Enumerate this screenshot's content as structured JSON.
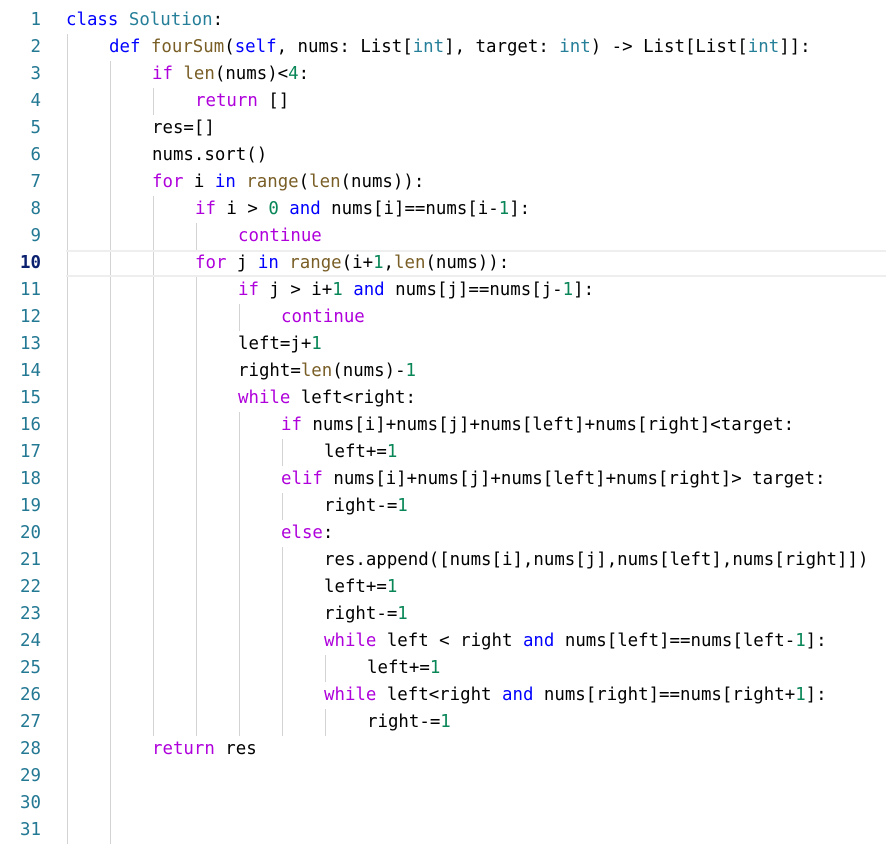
{
  "editor": {
    "language": "python",
    "active_line": 10,
    "colors": {
      "keyword": "#0000ff",
      "control": "#af00db",
      "function": "#795e26",
      "class": "#267f99",
      "number": "#098658",
      "line_number": "#237893",
      "active_line_number": "#0b216f"
    },
    "lines": [
      {
        "number": "1",
        "indent": 0,
        "tokens": [
          {
            "t": "class",
            "c": "kw"
          },
          {
            "t": " "
          },
          {
            "t": "Solution",
            "c": "cls"
          },
          {
            "t": ":"
          }
        ]
      },
      {
        "number": "2",
        "indent": 1,
        "tokens": [
          {
            "t": "def",
            "c": "kw"
          },
          {
            "t": " "
          },
          {
            "t": "fourSum",
            "c": "fn"
          },
          {
            "t": "("
          },
          {
            "t": "self",
            "c": "kw"
          },
          {
            "t": ", nums: List["
          },
          {
            "t": "int",
            "c": "bi"
          },
          {
            "t": "], target: "
          },
          {
            "t": "int",
            "c": "bi"
          },
          {
            "t": ") -> List[List["
          },
          {
            "t": "int",
            "c": "bi"
          },
          {
            "t": "]]:"
          }
        ]
      },
      {
        "number": "3",
        "indent": 2,
        "tokens": [
          {
            "t": "if",
            "c": "ctl"
          },
          {
            "t": " "
          },
          {
            "t": "len",
            "c": "fn"
          },
          {
            "t": "(nums)<"
          },
          {
            "t": "4",
            "c": "num"
          },
          {
            "t": ":"
          }
        ]
      },
      {
        "number": "4",
        "indent": 3,
        "tokens": [
          {
            "t": "return",
            "c": "ctl"
          },
          {
            "t": " []"
          }
        ]
      },
      {
        "number": "5",
        "indent": 2,
        "tokens": [
          {
            "t": "res=[]"
          }
        ]
      },
      {
        "number": "6",
        "indent": 2,
        "tokens": [
          {
            "t": "nums.sort()"
          }
        ]
      },
      {
        "number": "7",
        "indent": 2,
        "tokens": [
          {
            "t": "for",
            "c": "ctl"
          },
          {
            "t": " i "
          },
          {
            "t": "in",
            "c": "kw"
          },
          {
            "t": " "
          },
          {
            "t": "range",
            "c": "fn"
          },
          {
            "t": "("
          },
          {
            "t": "len",
            "c": "fn"
          },
          {
            "t": "(nums)):"
          }
        ]
      },
      {
        "number": "8",
        "indent": 3,
        "tokens": [
          {
            "t": "if",
            "c": "ctl"
          },
          {
            "t": " i > "
          },
          {
            "t": "0",
            "c": "num"
          },
          {
            "t": " "
          },
          {
            "t": "and",
            "c": "kw"
          },
          {
            "t": " nums[i]==nums[i-"
          },
          {
            "t": "1",
            "c": "num"
          },
          {
            "t": "]:"
          }
        ]
      },
      {
        "number": "9",
        "indent": 4,
        "tokens": [
          {
            "t": "continue",
            "c": "ctl"
          }
        ]
      },
      {
        "number": "10",
        "indent": 3,
        "tokens": [
          {
            "t": "for",
            "c": "ctl"
          },
          {
            "t": " j "
          },
          {
            "t": "in",
            "c": "kw"
          },
          {
            "t": " "
          },
          {
            "t": "range",
            "c": "fn"
          },
          {
            "t": "(i+"
          },
          {
            "t": "1",
            "c": "num"
          },
          {
            "t": ","
          },
          {
            "t": "len",
            "c": "fn"
          },
          {
            "t": "(nums)):"
          }
        ]
      },
      {
        "number": "11",
        "indent": 4,
        "tokens": [
          {
            "t": "if",
            "c": "ctl"
          },
          {
            "t": " j > i+"
          },
          {
            "t": "1",
            "c": "num"
          },
          {
            "t": " "
          },
          {
            "t": "and",
            "c": "kw"
          },
          {
            "t": " nums[j]==nums[j-"
          },
          {
            "t": "1",
            "c": "num"
          },
          {
            "t": "]:"
          }
        ]
      },
      {
        "number": "12",
        "indent": 5,
        "tokens": [
          {
            "t": "continue",
            "c": "ctl"
          }
        ]
      },
      {
        "number": "13",
        "indent": 4,
        "tokens": [
          {
            "t": "left=j+"
          },
          {
            "t": "1",
            "c": "num"
          }
        ]
      },
      {
        "number": "14",
        "indent": 4,
        "tokens": [
          {
            "t": "right="
          },
          {
            "t": "len",
            "c": "fn"
          },
          {
            "t": "(nums)-"
          },
          {
            "t": "1",
            "c": "num"
          }
        ]
      },
      {
        "number": "15",
        "indent": 4,
        "tokens": [
          {
            "t": "while",
            "c": "ctl"
          },
          {
            "t": " left<right:"
          }
        ]
      },
      {
        "number": "16",
        "indent": 5,
        "tokens": [
          {
            "t": "if",
            "c": "ctl"
          },
          {
            "t": " nums[i]+nums[j]+nums[left]+nums[right]<target:"
          }
        ]
      },
      {
        "number": "17",
        "indent": 6,
        "tokens": [
          {
            "t": "left+="
          },
          {
            "t": "1",
            "c": "num"
          }
        ]
      },
      {
        "number": "18",
        "indent": 5,
        "tokens": [
          {
            "t": "elif",
            "c": "ctl"
          },
          {
            "t": " nums[i]+nums[j]+nums[left]+nums[right]> target:"
          }
        ]
      },
      {
        "number": "19",
        "indent": 6,
        "tokens": [
          {
            "t": "right-="
          },
          {
            "t": "1",
            "c": "num"
          }
        ]
      },
      {
        "number": "20",
        "indent": 5,
        "tokens": [
          {
            "t": "else",
            "c": "ctl"
          },
          {
            "t": ":"
          }
        ]
      },
      {
        "number": "21",
        "indent": 6,
        "tokens": [
          {
            "t": "res.append([nums[i],nums[j],nums[left],nums[right]])"
          }
        ]
      },
      {
        "number": "22",
        "indent": 6,
        "tokens": [
          {
            "t": "left+="
          },
          {
            "t": "1",
            "c": "num"
          }
        ]
      },
      {
        "number": "23",
        "indent": 6,
        "tokens": [
          {
            "t": "right-="
          },
          {
            "t": "1",
            "c": "num"
          }
        ]
      },
      {
        "number": "24",
        "indent": 6,
        "tokens": [
          {
            "t": "while",
            "c": "ctl"
          },
          {
            "t": " left < right "
          },
          {
            "t": "and",
            "c": "kw"
          },
          {
            "t": " nums[left]==nums[left-"
          },
          {
            "t": "1",
            "c": "num"
          },
          {
            "t": "]:"
          }
        ]
      },
      {
        "number": "25",
        "indent": 7,
        "tokens": [
          {
            "t": "left+="
          },
          {
            "t": "1",
            "c": "num"
          }
        ]
      },
      {
        "number": "26",
        "indent": 6,
        "tokens": [
          {
            "t": "while",
            "c": "ctl"
          },
          {
            "t": " left<right "
          },
          {
            "t": "and",
            "c": "kw"
          },
          {
            "t": " nums[right]==nums[right+"
          },
          {
            "t": "1",
            "c": "num"
          },
          {
            "t": "]:"
          }
        ]
      },
      {
        "number": "27",
        "indent": 7,
        "tokens": [
          {
            "t": "right-="
          },
          {
            "t": "1",
            "c": "num"
          }
        ]
      },
      {
        "number": "28",
        "indent": 2,
        "tokens": [
          {
            "t": "return",
            "c": "ctl"
          },
          {
            "t": " res"
          }
        ]
      },
      {
        "number": "29",
        "indent": 0,
        "tokens": []
      },
      {
        "number": "30",
        "indent": 0,
        "tokens": []
      },
      {
        "number": "31",
        "indent": 0,
        "tokens": []
      }
    ]
  }
}
